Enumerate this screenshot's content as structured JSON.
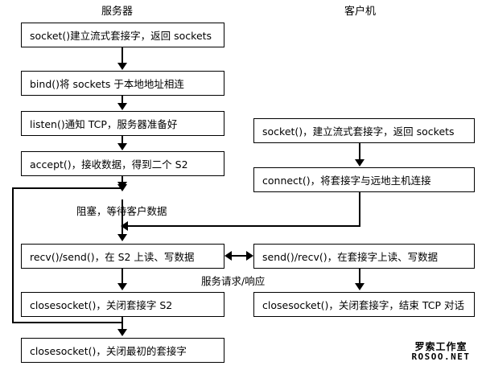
{
  "diagram": {
    "title_server": "服务器",
    "title_client": "客户机",
    "server_nodes": [
      {
        "id": "srv-socket",
        "label": "socket()建立流式套接字，返回 sockets"
      },
      {
        "id": "srv-bind",
        "label": "bind()将 sockets 于本地地址相连"
      },
      {
        "id": "srv-listen",
        "label": "listen()通知 TCP，服务器准备好"
      },
      {
        "id": "srv-accept",
        "label": "accept()，接收数据，得到二个 S2"
      },
      {
        "id": "srv-recvsend",
        "label": "recv()/send()，在 S2 上读、写数据"
      },
      {
        "id": "srv-closesocket-s2",
        "label": "closesocket()，关闭套接字 S2"
      },
      {
        "id": "srv-closesocket",
        "label": "closesocket()，关闭最初的套接字"
      }
    ],
    "client_nodes": [
      {
        "id": "cli-socket",
        "label": "socket()，建立流式套接字，返回 sockets"
      },
      {
        "id": "cli-connect",
        "label": "connect()，将套接字与远地主机连接"
      },
      {
        "id": "cli-sendrecv",
        "label": "send()/recv()，在套接字上读、写数据"
      },
      {
        "id": "cli-closesocket",
        "label": "closesocket()，关闭套接字，结束 TCP 对话"
      }
    ],
    "edge_labels": {
      "blocking": "阻塞，等待客户数据",
      "request_response": "服务请求/响应"
    },
    "watermark": {
      "cn": "罗索工作室",
      "en": "ROSOO.NET"
    },
    "colors": {
      "stroke": "#000000",
      "background": "#ffffff",
      "text": "#000000"
    }
  }
}
